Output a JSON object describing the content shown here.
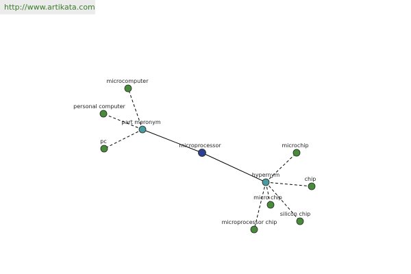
{
  "site": {
    "url": "http://www.artikata.com"
  },
  "graph": {
    "colors": {
      "word": "#4a8a3c",
      "relation": "#4a9aa0",
      "center": "#2e3f8f"
    },
    "nodes": [
      {
        "id": "microprocessor",
        "label": "microprocessor",
        "kind": "center"
      },
      {
        "id": "part-meronym",
        "label": "part meronym",
        "kind": "relation"
      },
      {
        "id": "hypernym",
        "label": "hypernym",
        "kind": "relation"
      },
      {
        "id": "microcomputer",
        "label": "microcomputer",
        "kind": "word"
      },
      {
        "id": "personal-computer",
        "label": "personal computer",
        "kind": "word"
      },
      {
        "id": "pc",
        "label": "pc",
        "kind": "word"
      },
      {
        "id": "microchip",
        "label": "microchip",
        "kind": "word"
      },
      {
        "id": "chip",
        "label": "chip",
        "kind": "word"
      },
      {
        "id": "micro-chip",
        "label": "micro chip",
        "kind": "word"
      },
      {
        "id": "silicon-chip",
        "label": "silicon chip",
        "kind": "word"
      },
      {
        "id": "microprocessor-chip",
        "label": "microprocessor chip",
        "kind": "word"
      }
    ],
    "edges": [
      {
        "from": "microprocessor",
        "to": "part-meronym",
        "style": "solid"
      },
      {
        "from": "microprocessor",
        "to": "hypernym",
        "style": "solid"
      },
      {
        "from": "part-meronym",
        "to": "microcomputer",
        "style": "dashed"
      },
      {
        "from": "part-meronym",
        "to": "personal-computer",
        "style": "dashed"
      },
      {
        "from": "part-meronym",
        "to": "pc",
        "style": "dashed"
      },
      {
        "from": "hypernym",
        "to": "microchip",
        "style": "dashed"
      },
      {
        "from": "hypernym",
        "to": "chip",
        "style": "dashed"
      },
      {
        "from": "hypernym",
        "to": "micro-chip",
        "style": "dashed"
      },
      {
        "from": "hypernym",
        "to": "silicon-chip",
        "style": "dashed"
      },
      {
        "from": "hypernym",
        "to": "microprocessor-chip",
        "style": "dashed"
      }
    ]
  }
}
